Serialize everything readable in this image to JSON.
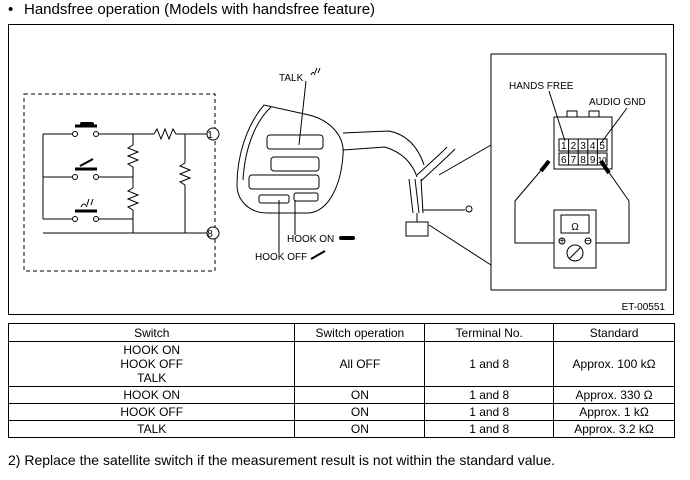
{
  "heading": {
    "bullet": "•",
    "text": "Handsfree operation (Models with handsfree feature)"
  },
  "figure": {
    "labels": {
      "talk": "TALK",
      "hook_on": "HOOK ON",
      "hook_off": "HOOK OFF",
      "hands_free": "HANDS FREE",
      "audio_gnd": "AUDIO GND",
      "figure_code": "ET-00551",
      "terminal_1": "1",
      "terminal_8": "8",
      "ohm": "Ω"
    },
    "connector_pins_top": [
      "1",
      "2",
      "3",
      "4",
      "5"
    ],
    "connector_pins_bottom": [
      "6",
      "7",
      "8",
      "9",
      "10"
    ]
  },
  "table": {
    "headers": [
      "Switch",
      "Switch operation",
      "Terminal No.",
      "Standard"
    ],
    "rows": [
      {
        "switch": [
          "HOOK ON",
          "HOOK OFF",
          "TALK"
        ],
        "operation": "All OFF",
        "terminal": "1 and 8",
        "standard": "Approx. 100 kΩ"
      },
      {
        "switch": [
          "HOOK ON"
        ],
        "operation": "ON",
        "terminal": "1 and 8",
        "standard": "Approx. 330 Ω"
      },
      {
        "switch": [
          "HOOK OFF"
        ],
        "operation": "ON",
        "terminal": "1 and 8",
        "standard": "Approx. 1 kΩ"
      },
      {
        "switch": [
          "TALK"
        ],
        "operation": "ON",
        "terminal": "1 and 8",
        "standard": "Approx. 3.2 kΩ"
      }
    ]
  },
  "note": "2) Replace the satellite switch if the measurement result is not within the standard value."
}
